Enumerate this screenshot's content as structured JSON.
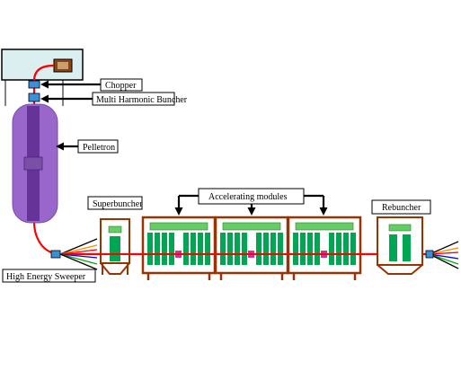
{
  "labels": {
    "chopper": "Chopper",
    "mhb": "Multi Harmonic Buncher",
    "pelletron": "Pelletron",
    "superbuncher": "Superbuncher",
    "accelerating_modules": "Accelerating modules",
    "rebuncher": "Rebuncher",
    "hes": "High Energy Sweeper"
  },
  "colors": {
    "beam": "#ff0000",
    "pelletron": "#9966cc",
    "pelletron_core": "#663399",
    "cavity_green": "#00a651",
    "cavity_light": "#66cc66",
    "cryostat_frame": "#993300",
    "source_box": "#dbeef0",
    "device_blue": "#3b8ed8"
  }
}
